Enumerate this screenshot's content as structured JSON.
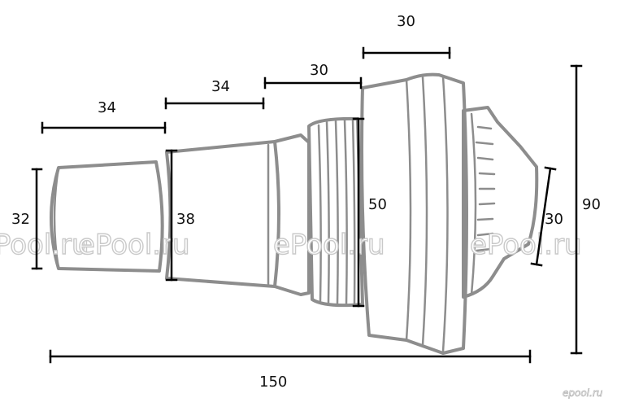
{
  "dimensions": {
    "seg1_length": "34",
    "seg2_length": "34",
    "seg3_length": "30",
    "seg4_length": "30",
    "dia_small": "32",
    "dia_mid": "38",
    "dia_thread": "50",
    "nozzle_size": "30",
    "total_height": "90",
    "total_length": "150"
  },
  "watermark": "ePool.ru",
  "logo": "epool.ru",
  "colors": {
    "part_outline": "#8d8d8d",
    "dimension_line": "#000000"
  }
}
